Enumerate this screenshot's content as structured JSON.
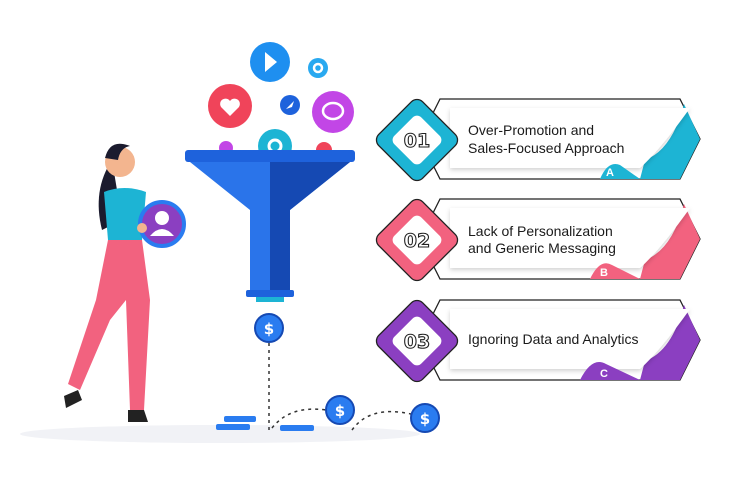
{
  "cards": [
    {
      "number": "01",
      "line1": "Over-Promotion and",
      "line2": "Sales-Focused Approach",
      "letter": "A",
      "color": "#1db4d4"
    },
    {
      "number": "02",
      "line1": "Lack of Personalization",
      "line2": "and Generic Messaging",
      "letter": "B",
      "color": "#f2627f"
    },
    {
      "number": "03",
      "line1": "Ignoring Data and Analytics",
      "line2": "",
      "letter": "C",
      "color": "#8b3fc1"
    }
  ],
  "coins": {
    "symbol": "$"
  },
  "colors": {
    "funnel": "#1e62dc",
    "funnel_dark": "#1549b3",
    "heart": "#f0445a",
    "chat": "#c246e6"
  }
}
